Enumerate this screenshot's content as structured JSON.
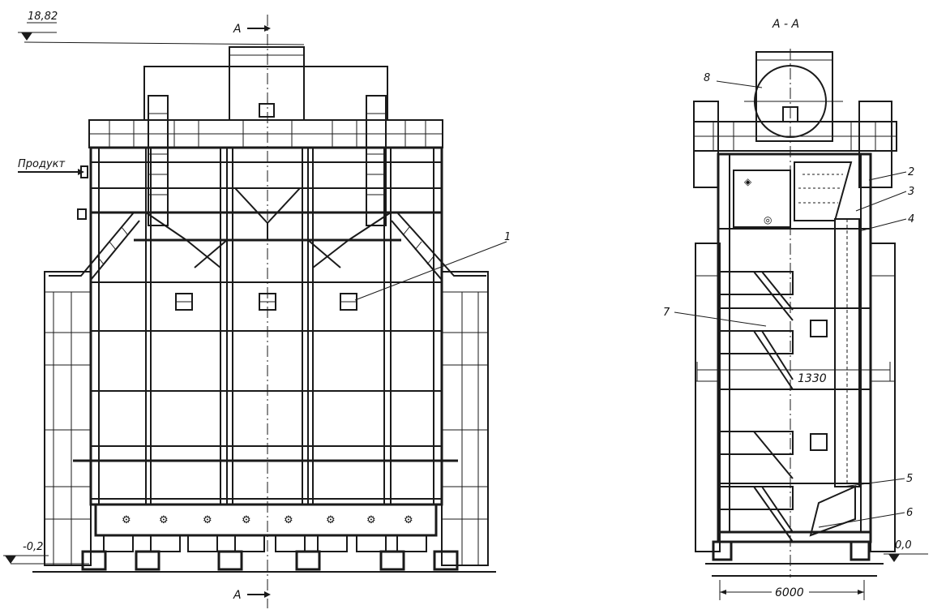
{
  "elevation_view": {
    "level_top": "18,82",
    "level_bottom": "-0,2",
    "product_label": "Продукт",
    "section_marker": "А",
    "callouts": [
      "1"
    ]
  },
  "section_view": {
    "title": "А - А",
    "level_zero": "0,0",
    "dim_inner": "1330",
    "dim_width": "6000",
    "callouts": [
      "2",
      "3",
      "4",
      "5",
      "6",
      "7",
      "8"
    ]
  }
}
